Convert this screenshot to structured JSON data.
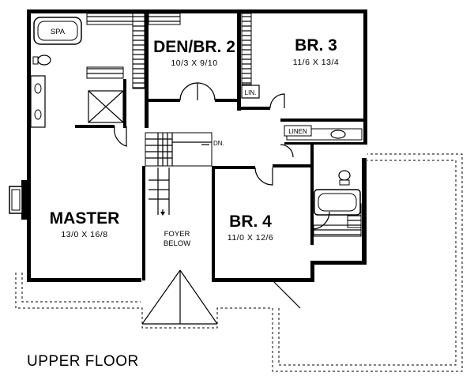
{
  "title": "UPPER FLOOR",
  "rooms": {
    "den": {
      "name": "DEN/BR. 2",
      "size": "10/3 X 9/10"
    },
    "br3": {
      "name": "BR. 3",
      "size": "11/6 X 13/4"
    },
    "master": {
      "name": "MASTER",
      "size": "13/0 X 16/8"
    },
    "br4": {
      "name": "BR. 4",
      "size": "11/0 X 12/6"
    },
    "foyer": {
      "line1": "FOYER",
      "line2": "BELOW"
    }
  },
  "labels": {
    "spa": "SPA",
    "lin": "LIN.",
    "linen": "LINEN",
    "dn": "DN."
  }
}
